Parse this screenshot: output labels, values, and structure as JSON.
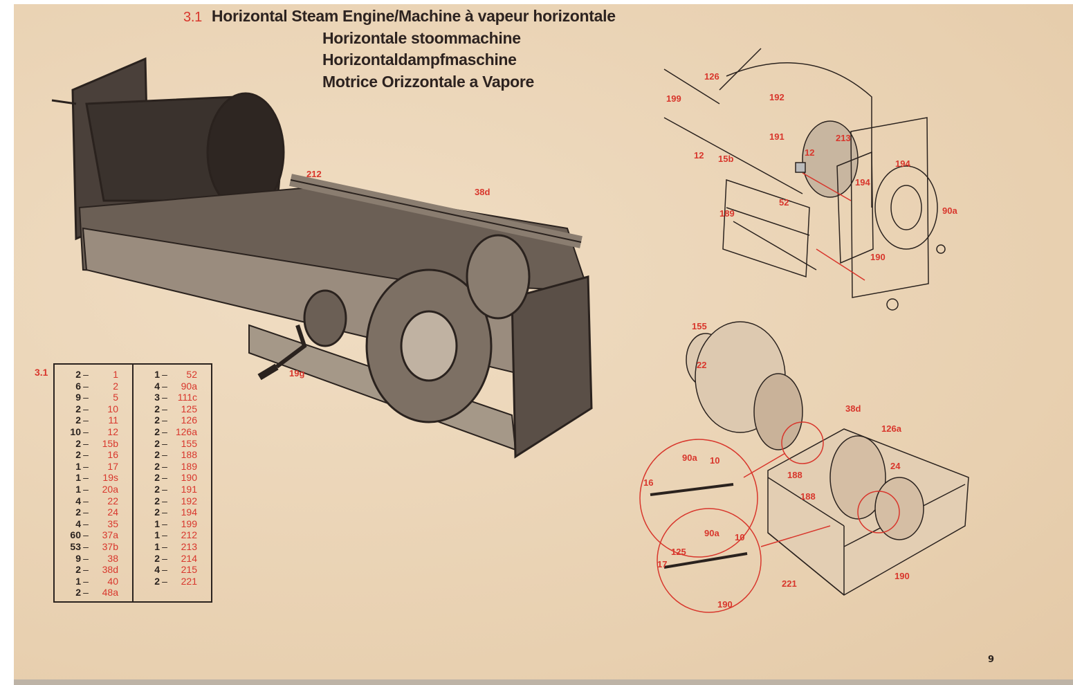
{
  "header": {
    "number": "3.1",
    "titles": [
      "Horizontal Steam Engine/Machine à vapeur horizontale",
      "Horizontale stoommachine",
      "Horizontaldampfmaschine",
      "Motrice Orizzontale a Vapore"
    ]
  },
  "main_illustration": {
    "labels": [
      "212",
      "38d",
      "19g"
    ]
  },
  "detail_top": {
    "labels": [
      "126",
      "199",
      "192",
      "12",
      "15b",
      "191",
      "12",
      "213",
      "194",
      "194",
      "52",
      "189",
      "90a",
      "190"
    ]
  },
  "detail_bottom": {
    "labels": [
      "155",
      "22",
      "38d",
      "126a",
      "90a",
      "10",
      "16",
      "188",
      "24",
      "188",
      "90a",
      "10",
      "125",
      "17",
      "221",
      "190",
      "190"
    ]
  },
  "parts_list": {
    "number": "3.1",
    "columns": [
      [
        [
          "2",
          "1"
        ],
        [
          "6",
          "2"
        ],
        [
          "9",
          "5"
        ],
        [
          "2",
          "10"
        ],
        [
          "2",
          "11"
        ],
        [
          "10",
          "12"
        ],
        [
          "2",
          "15b"
        ],
        [
          "2",
          "16"
        ],
        [
          "1",
          "17"
        ],
        [
          "1",
          "19s"
        ],
        [
          "1",
          "20a"
        ],
        [
          "4",
          "22"
        ],
        [
          "2",
          "24"
        ],
        [
          "4",
          "35"
        ],
        [
          "60",
          "37a"
        ],
        [
          "53",
          "37b"
        ],
        [
          "9",
          "38"
        ],
        [
          "2",
          "38d"
        ],
        [
          "1",
          "40"
        ],
        [
          "2",
          "48a"
        ]
      ],
      [
        [
          "1",
          "52"
        ],
        [
          "4",
          "90a"
        ],
        [
          "3",
          "111c"
        ],
        [
          "2",
          "125"
        ],
        [
          "2",
          "126"
        ],
        [
          "2",
          "126a"
        ],
        [
          "2",
          "155"
        ],
        [
          "2",
          "188"
        ],
        [
          "2",
          "189"
        ],
        [
          "2",
          "190"
        ],
        [
          "2",
          "191"
        ],
        [
          "2",
          "192"
        ],
        [
          "2",
          "194"
        ],
        [
          "1",
          "199"
        ],
        [
          "1",
          "212"
        ],
        [
          "1",
          "213"
        ],
        [
          "2",
          "214"
        ],
        [
          "4",
          "215"
        ],
        [
          "2",
          "221"
        ]
      ]
    ]
  },
  "page_number": "9",
  "colors": {
    "paper": "#ecd6b9",
    "ink": "#2a221e",
    "red": "#d8362c"
  }
}
